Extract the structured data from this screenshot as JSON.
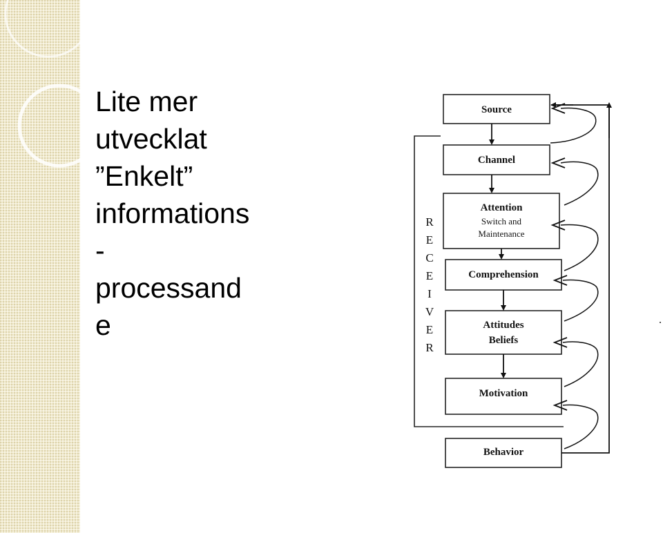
{
  "slide": {
    "title_lines": [
      "Lite mer",
      "utvecklat",
      "”Enkelt”",
      "informations",
      "-",
      "processand",
      "e"
    ]
  },
  "diagram": {
    "stages": {
      "source": "Source",
      "channel": "Channel",
      "attention": "Attention",
      "attention_sub_1": "Switch and",
      "attention_sub_2": "Maintenance",
      "comprehension": "Comprehension",
      "attitudes_1": "Attitudes",
      "attitudes_2": "Beliefs",
      "motivation": "Motivation",
      "behavior": "Behavior"
    },
    "receiver_letters": [
      "R",
      "E",
      "C",
      "E",
      "I",
      "V",
      "E",
      "R"
    ]
  },
  "colors": {
    "background": "#ffffff",
    "side_band": "#f1ebcf",
    "ink": "#111111"
  }
}
